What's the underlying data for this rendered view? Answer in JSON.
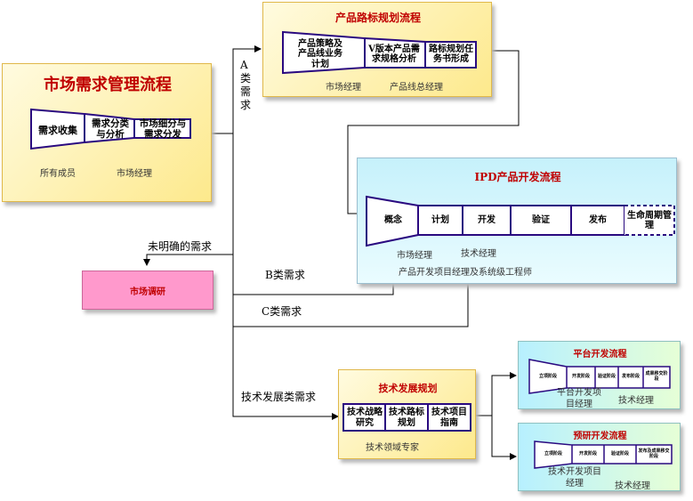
{
  "market": {
    "title": "市场需求管理流程",
    "stages": [
      "需求收集",
      "需求分类与分析",
      "市场细分与需求分发"
    ],
    "roles": [
      "所有成员",
      "市场经理"
    ]
  },
  "roadmap": {
    "title": "产品路标规划流程",
    "stages": [
      "产品策略及产品线业务计划",
      "V版本产品需求规格分析",
      "路标规划任务书形成"
    ],
    "roles": [
      "市场经理",
      "产品线总经理"
    ]
  },
  "ipd": {
    "title": "IPD产品开发流程",
    "stages": [
      "概念",
      "计划",
      "开发",
      "验证",
      "发布",
      "生命周期管理"
    ],
    "roles": [
      "市场经理",
      "技术经理",
      "产品开发项目经理及系统级工程师"
    ]
  },
  "research": {
    "title": "市场调研"
  },
  "tech": {
    "title": "技术发展规划",
    "stages": [
      "技术战略研究",
      "技术路标规划",
      "技术项目指南"
    ],
    "roles": [
      "技术领域专家"
    ]
  },
  "platform": {
    "title": "平台开发流程",
    "stages": [
      "立项阶段",
      "开发阶段",
      "验证阶段",
      "发布阶段",
      "成果移交阶段"
    ],
    "roles": [
      "平台开发项目经理",
      "技术经理"
    ]
  },
  "preresearch": {
    "title": "预研开发流程",
    "stages": [
      "立项阶段",
      "开发阶段",
      "验证阶段",
      "发布及成果移交阶段"
    ],
    "roles": [
      "技术开发项目经理",
      "技术经理"
    ]
  },
  "connectors": {
    "a_class": "A类需求",
    "unclear": "未明确的需求",
    "b_class": "B类需求",
    "c_class": "C类需求",
    "tech_dev": "技术发展类需求"
  },
  "colors": {
    "title_red": "#c00000",
    "stage_border": "#2a0a80",
    "research_fill": "#ff99cc"
  }
}
